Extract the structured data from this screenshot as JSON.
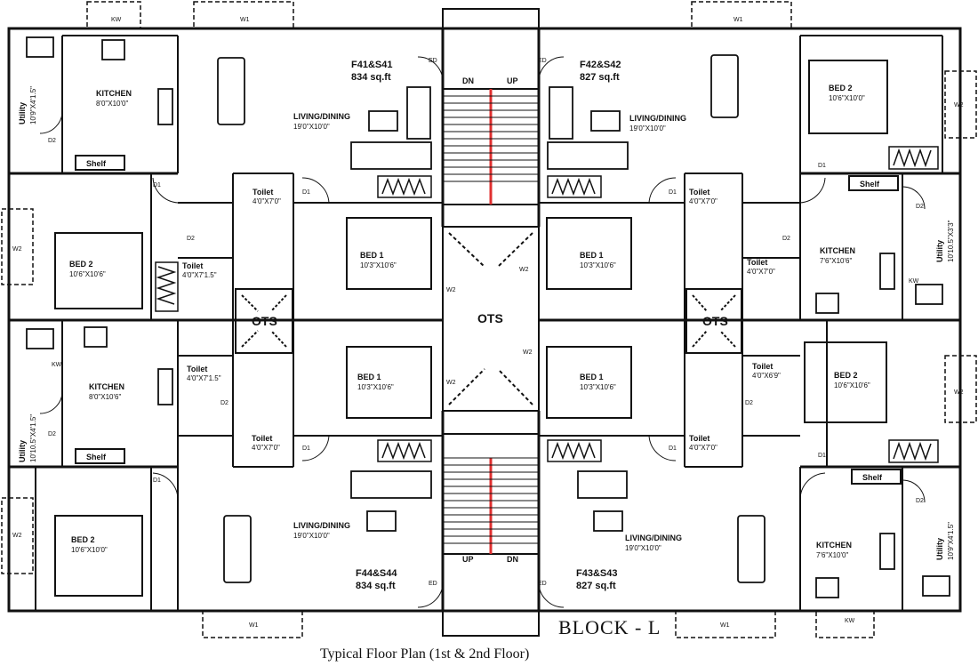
{
  "caption": "Typical Floor Plan (1st & 2nd Floor)",
  "block": "BLOCK - L",
  "units": {
    "f41": {
      "name": "F41&S41",
      "area": "834 sq.ft"
    },
    "f42": {
      "name": "F42&S42",
      "area": "827 sq.ft"
    },
    "f43": {
      "name": "F43&S43",
      "area": "827 sq.ft"
    },
    "f44": {
      "name": "F44&S44",
      "area": "834 sq.ft"
    }
  },
  "rooms": {
    "kitchen_tl": {
      "name": "KITCHEN",
      "dim": "8'0\"X10'0\""
    },
    "kitchen_ml": {
      "name": "KITCHEN",
      "dim": "8'0\"X10'6\""
    },
    "kitchen_mr": {
      "name": "KITCHEN",
      "dim": "7'6\"X10'6\""
    },
    "kitchen_br": {
      "name": "KITCHEN",
      "dim": "7'6\"X10'0\""
    },
    "living_tl": {
      "name": "LIVING/DINING",
      "dim": "19'0\"X10'0\""
    },
    "living_tr": {
      "name": "LIVING/DINING",
      "dim": "19'0\"X10'0\""
    },
    "living_bl": {
      "name": "LIVING/DINING",
      "dim": "19'0\"X10'0\""
    },
    "living_br": {
      "name": "LIVING/DINING",
      "dim": "19'0\"X10'0\""
    },
    "bed2_tr": {
      "name": "BED 2",
      "dim": "10'6\"X10'0\""
    },
    "bed2_ml": {
      "name": "BED 2",
      "dim": "10'6\"X10'6\""
    },
    "bed2_mr": {
      "name": "BED 2",
      "dim": "10'6\"X10'6\""
    },
    "bed2_bl": {
      "name": "BED 2",
      "dim": "10'6\"X10'0\""
    },
    "bed1_a": {
      "name": "BED 1",
      "dim": "10'3\"X10'6\""
    },
    "bed1_b": {
      "name": "BED 1",
      "dim": "10'3\"X10'6\""
    },
    "bed1_c": {
      "name": "BED 1",
      "dim": "10'3\"X10'6\""
    },
    "bed1_d": {
      "name": "BED 1",
      "dim": "10'3\"X10'6\""
    },
    "toilet_1": {
      "name": "Toilet",
      "dim": "4'0\"X7'0\""
    },
    "toilet_2": {
      "name": "Toilet",
      "dim": "4'0\"X7'1.5\""
    },
    "toilet_3": {
      "name": "Toilet",
      "dim": "4'0\"X7'0\""
    },
    "toilet_4": {
      "name": "Toilet",
      "dim": "4'0\"X7'0\""
    },
    "toilet_5": {
      "name": "Toilet",
      "dim": "4'0\"X7'1.5\""
    },
    "toilet_6": {
      "name": "Toilet",
      "dim": "4'0\"X7'0\""
    },
    "toilet_7": {
      "name": "Toilet",
      "dim": "4'0\"X6'9\""
    },
    "toilet_8": {
      "name": "Toilet",
      "dim": "4'0\"X7'0\""
    },
    "utility_tl": {
      "name": "Utility",
      "dim": "10'9\"X4'1.5\""
    },
    "utility_ml": {
      "name": "Utility",
      "dim": "10'10.5\"X4'1.5\""
    },
    "utility_mr": {
      "name": "Utility",
      "dim": "10'10.5\"X3'3\""
    },
    "utility_br": {
      "name": "Utility",
      "dim": "10'9\"X4'1.5\""
    }
  },
  "ots": {
    "left": "OTS",
    "center": "OTS",
    "right": "OTS"
  },
  "stairs": {
    "dn": "DN",
    "up": "UP"
  },
  "shelf": "Shelf",
  "windows": {
    "w1": "W1",
    "w2": "W2",
    "kw": "KW"
  },
  "doors": {
    "d1": "D1",
    "d2": "D2",
    "ed": "ED"
  },
  "colors": {
    "line": "#111111",
    "stair_divider": "#e03030",
    "background": "#ffffff"
  }
}
